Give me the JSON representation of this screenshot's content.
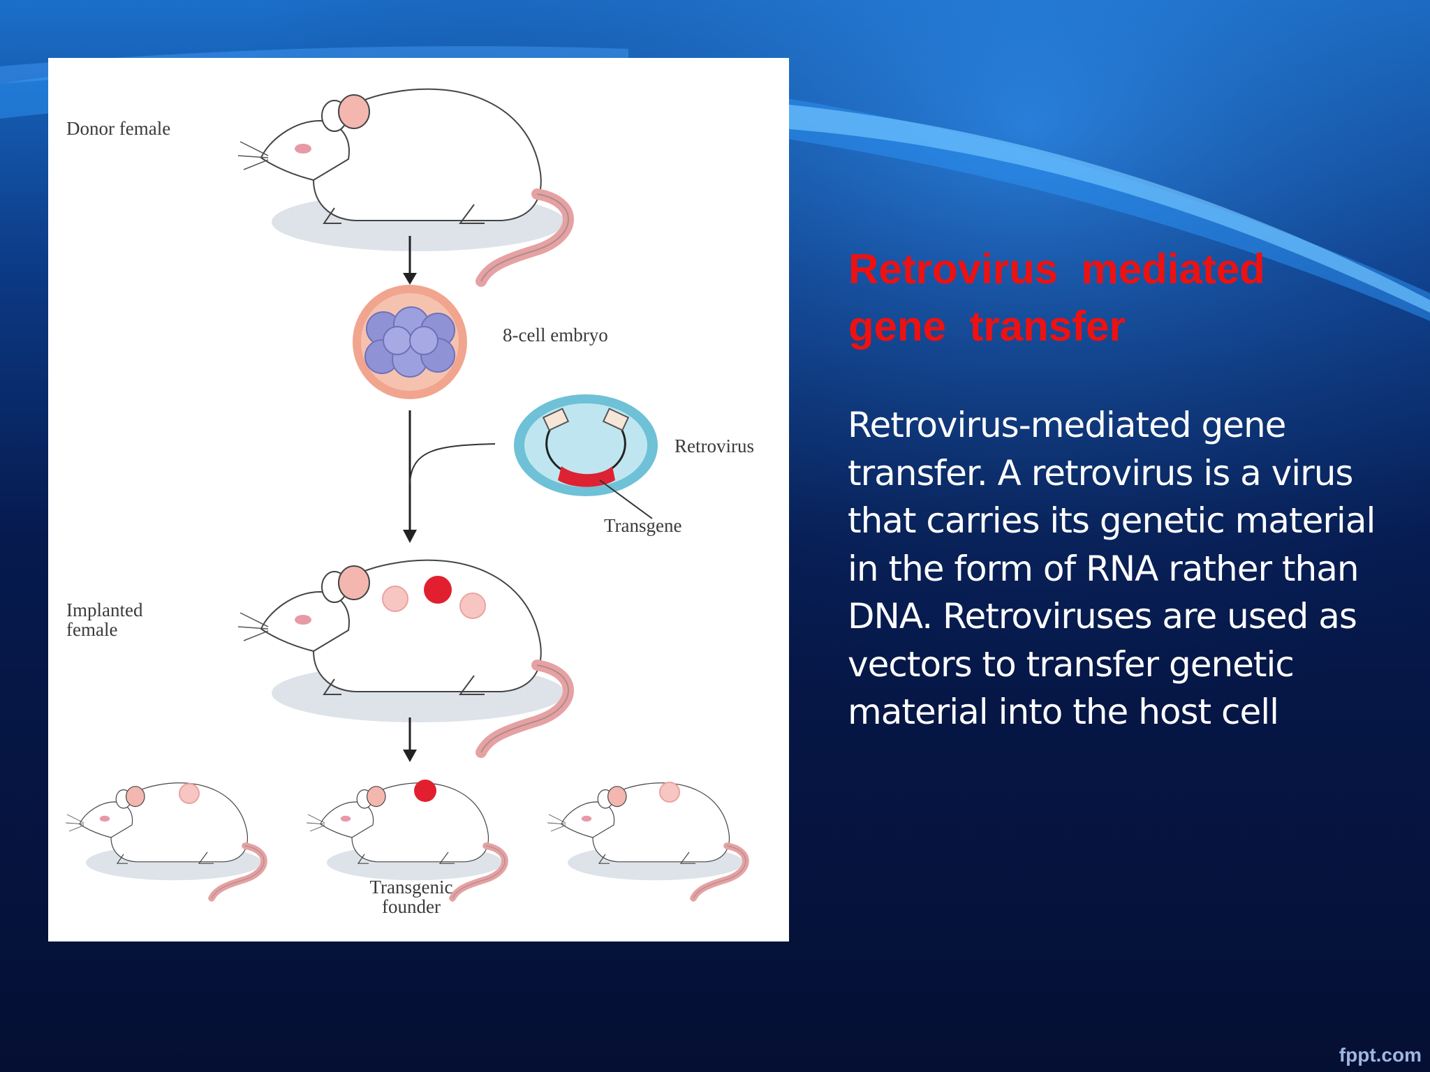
{
  "slide": {
    "title_lines": [
      "Retrovirus  mediated",
      "gene  transfer"
    ],
    "body_lines": [
      "Retrovirus-mediated gene",
      "transfer. A retrovirus is a virus",
      "that carries its genetic material",
      "in the form of RNA rather than",
      "DNA. Retroviruses are used as",
      "vectors to transfer genetic",
      "material into the host cell"
    ],
    "watermark": "fppt.com"
  },
  "diagram": {
    "labels": {
      "donor_female": "Donor female",
      "eight_cell_embryo": "8-cell embryo",
      "retrovirus": "Retrovirus",
      "transgene": "Transgene",
      "implanted_female_lines": [
        "Implanted",
        "female"
      ],
      "transgenic_founder_lines": [
        "Transgenic",
        "founder"
      ]
    }
  },
  "colors": {
    "title": "#ee1111",
    "body_text": "#ffffff",
    "background_dark": "#06123a",
    "background_light": "#1f7fd6",
    "transgene_red": "#dd2233",
    "embryo_cells": "#8f93d6"
  }
}
